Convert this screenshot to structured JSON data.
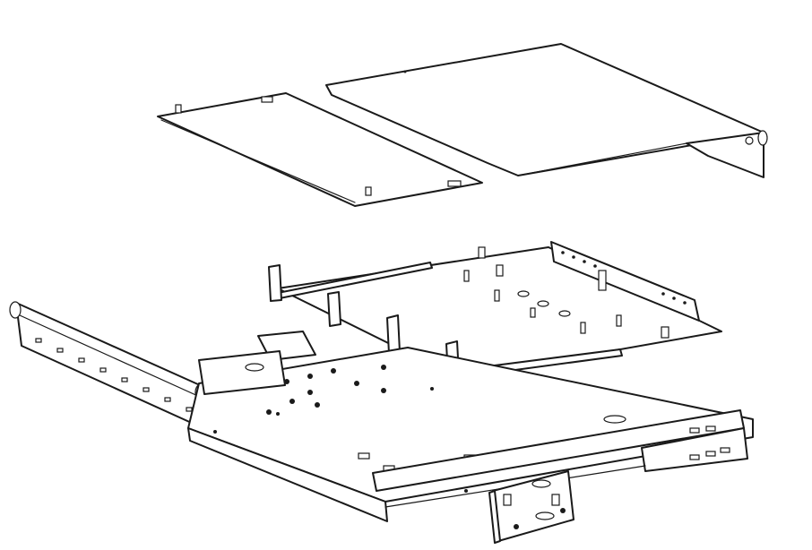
{
  "figure": {
    "type": "exploded-assembly-line-drawing",
    "line_color": "#1a1a1a",
    "background_color": "#ffffff",
    "parts": [
      "small-top-cover",
      "large-top-cover",
      "inner-tray",
      "left-front-rail",
      "main-chassis-base",
      "right-side-bracket",
      "front-ear-bracket"
    ]
  }
}
